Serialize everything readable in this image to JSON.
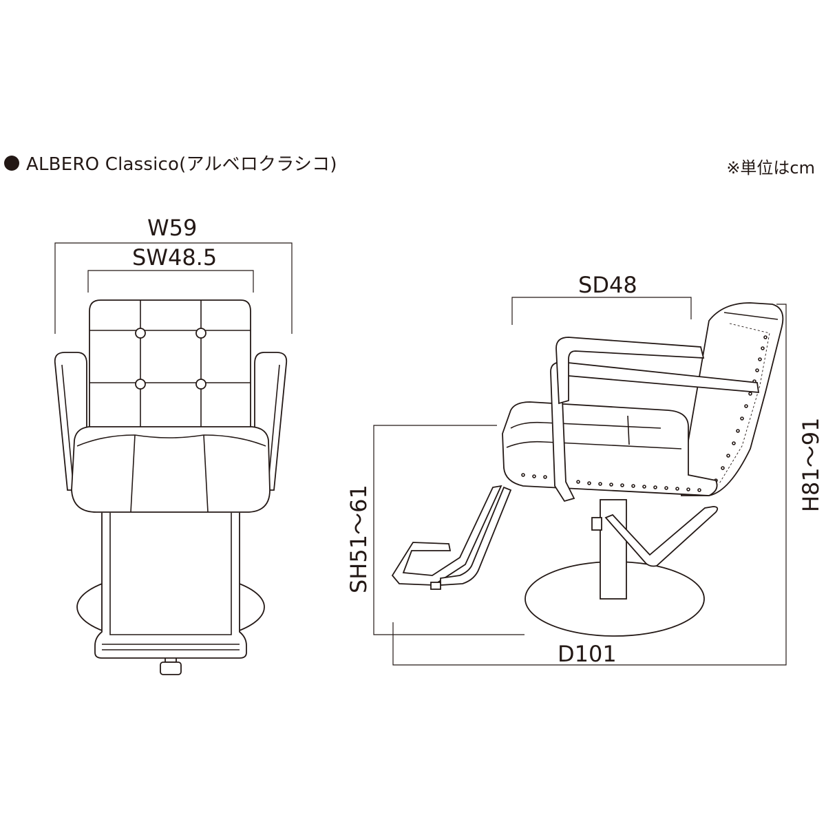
{
  "title": "ALBERO Classico(アルベロクラシコ)",
  "unit_note": "※単位はcm",
  "dimensions": {
    "width": "W59",
    "seat_width": "SW48.5",
    "seat_depth": "SD48",
    "seat_height": "SH51～61",
    "height": "H81～91",
    "depth": "D101"
  },
  "colors": {
    "line": "#231815",
    "background": "#ffffff"
  }
}
